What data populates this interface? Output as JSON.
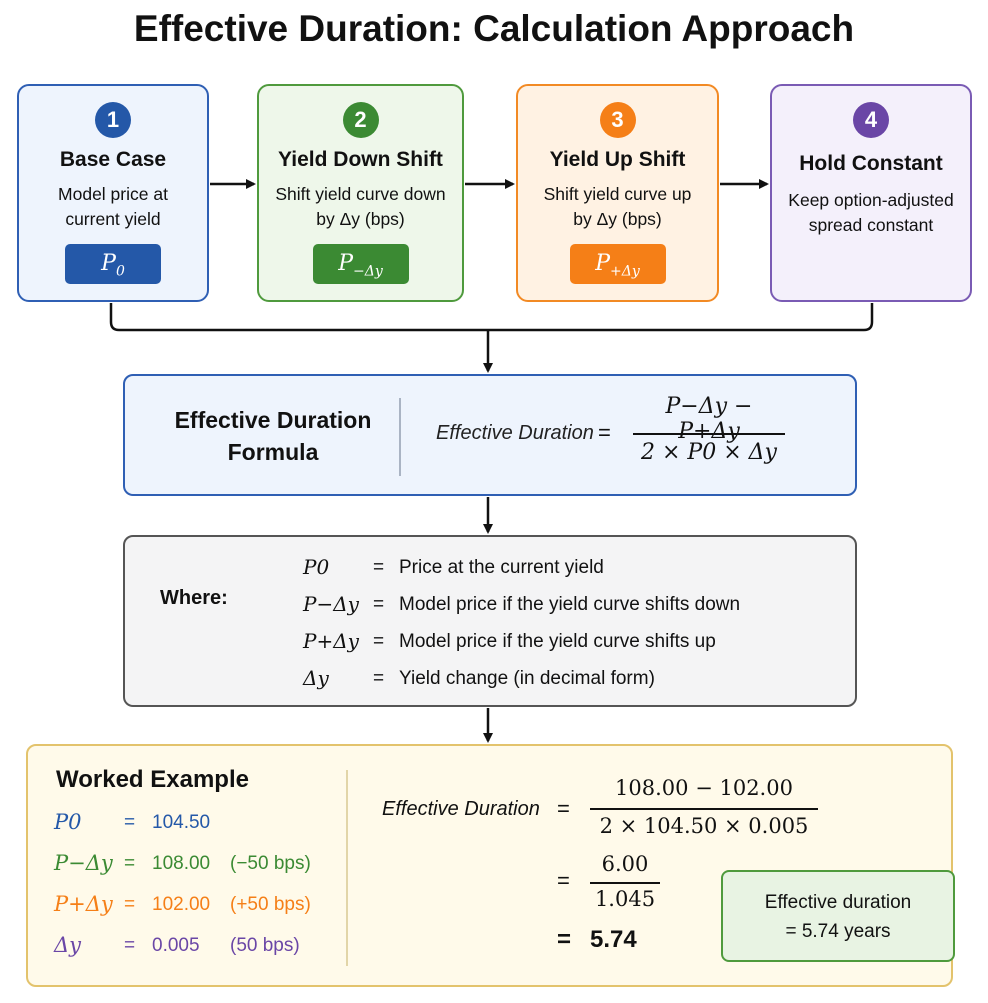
{
  "title": "Effective Duration: Calculation Approach",
  "steps": [
    {
      "num": "1",
      "title": "Base Case",
      "line1": "Model price at",
      "line2": "current yield",
      "symbol": "P",
      "subscript": "0",
      "color": "#2458a8"
    },
    {
      "num": "2",
      "title": "Yield Down Shift",
      "line1": "Shift yield curve down",
      "line2": "by Δy (bps)",
      "symbol": "P",
      "subscript": "−Δy",
      "color": "#3b8a33"
    },
    {
      "num": "3",
      "title": "Yield Up Shift",
      "line1": "Shift yield curve up",
      "line2": "by Δy (bps)",
      "symbol": "P",
      "subscript": "+Δy",
      "color": "#f57f17"
    },
    {
      "num": "4",
      "title": "Hold Constant",
      "line1": "Keep option-adjusted",
      "line2": "spread constant",
      "color": "#6a46a6"
    }
  ],
  "formula": {
    "heading_line1": "Effective Duration",
    "heading_line2": "Formula",
    "lhs": "Effective Duration",
    "equals": "=",
    "numerator": "P−Δy − P+Δy",
    "denominator": "2 × P0 × Δy"
  },
  "where": {
    "label": "Where:",
    "items": [
      {
        "symbol": "P0",
        "equals": "=",
        "text": "Price at the current yield"
      },
      {
        "symbol": "P−Δy",
        "equals": "=",
        "text": "Model price if the yield curve shifts down"
      },
      {
        "symbol": "P+Δy",
        "equals": "=",
        "text": "Model price if the yield curve shifts up"
      },
      {
        "symbol": "Δy",
        "equals": "=",
        "text": "Yield change (in decimal form)"
      }
    ]
  },
  "example": {
    "title": "Worked Example",
    "inputs": [
      {
        "symbol": "P0",
        "equals": "=",
        "value": "104.50",
        "note": "",
        "color": "#2458a8"
      },
      {
        "symbol": "P−Δy",
        "equals": "=",
        "value": "108.00",
        "note": "(−50 bps)",
        "color": "#3b8a33"
      },
      {
        "symbol": "P+Δy",
        "equals": "=",
        "value": "102.00",
        "note": "(+50 bps)",
        "color": "#f57f17"
      },
      {
        "symbol": "Δy",
        "equals": "=",
        "value": "0.005",
        "note": "(50 bps)",
        "color": "#6a46a6"
      }
    ],
    "lhs": "Effective Duration",
    "equals": "=",
    "num1": "108.00 − 102.00",
    "den1": "2 × 104.50 × 0.005",
    "num2": "6.00",
    "den2": "1.045",
    "final": "5.74",
    "result_line1": "Effective duration",
    "result_line2": "= 5.74 years"
  }
}
